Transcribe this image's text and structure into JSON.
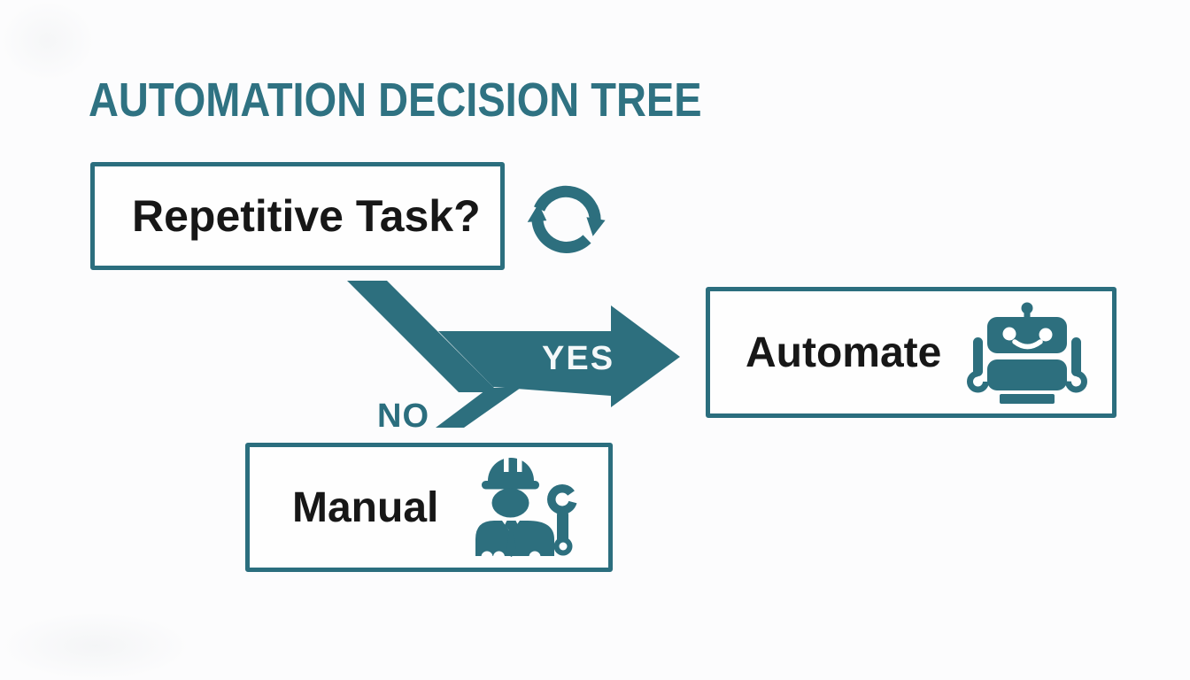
{
  "title": "AUTOMATION DECISION TREE",
  "nodes": {
    "question": {
      "label": "Repetitive Task?",
      "icon": "cycle-icon"
    },
    "automate": {
      "label": "Automate",
      "icon": "robot-icon"
    },
    "manual": {
      "label": "Manual",
      "icon": "worker-wrench-icon"
    }
  },
  "branches": {
    "yes": "YES",
    "no": "NO"
  },
  "colors": {
    "teal": "#2d6f7e",
    "border_teal": "#2b6e7e",
    "title_teal": "#2f7282",
    "text_dark": "#171717",
    "yes_text": "#f4f8f9",
    "background": "#fcfcfd"
  }
}
